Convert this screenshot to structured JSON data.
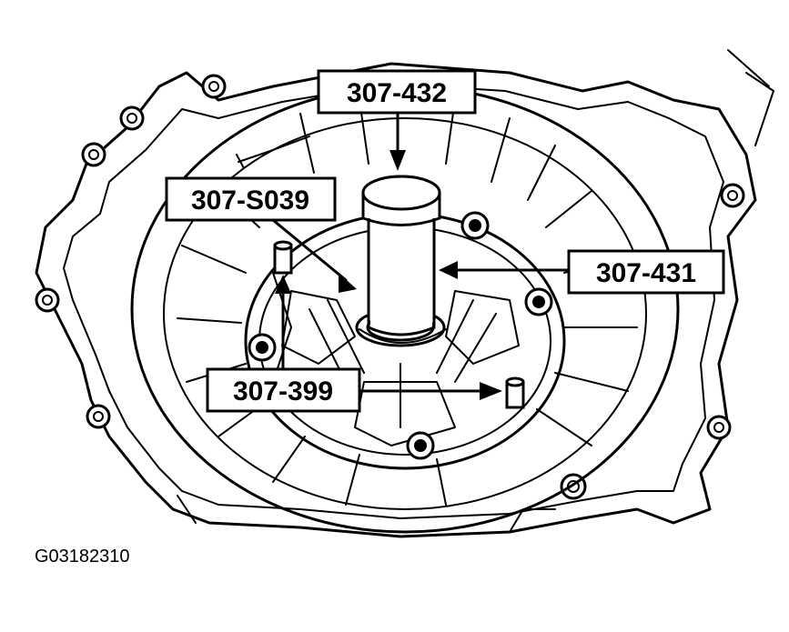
{
  "callouts": {
    "tool_432": "307-432",
    "tool_s039": "307-S039",
    "tool_431": "307-431",
    "tool_399": "307-399"
  },
  "reference_code": "G03182310",
  "colors": {
    "ink": "#000000",
    "paper": "#ffffff"
  }
}
